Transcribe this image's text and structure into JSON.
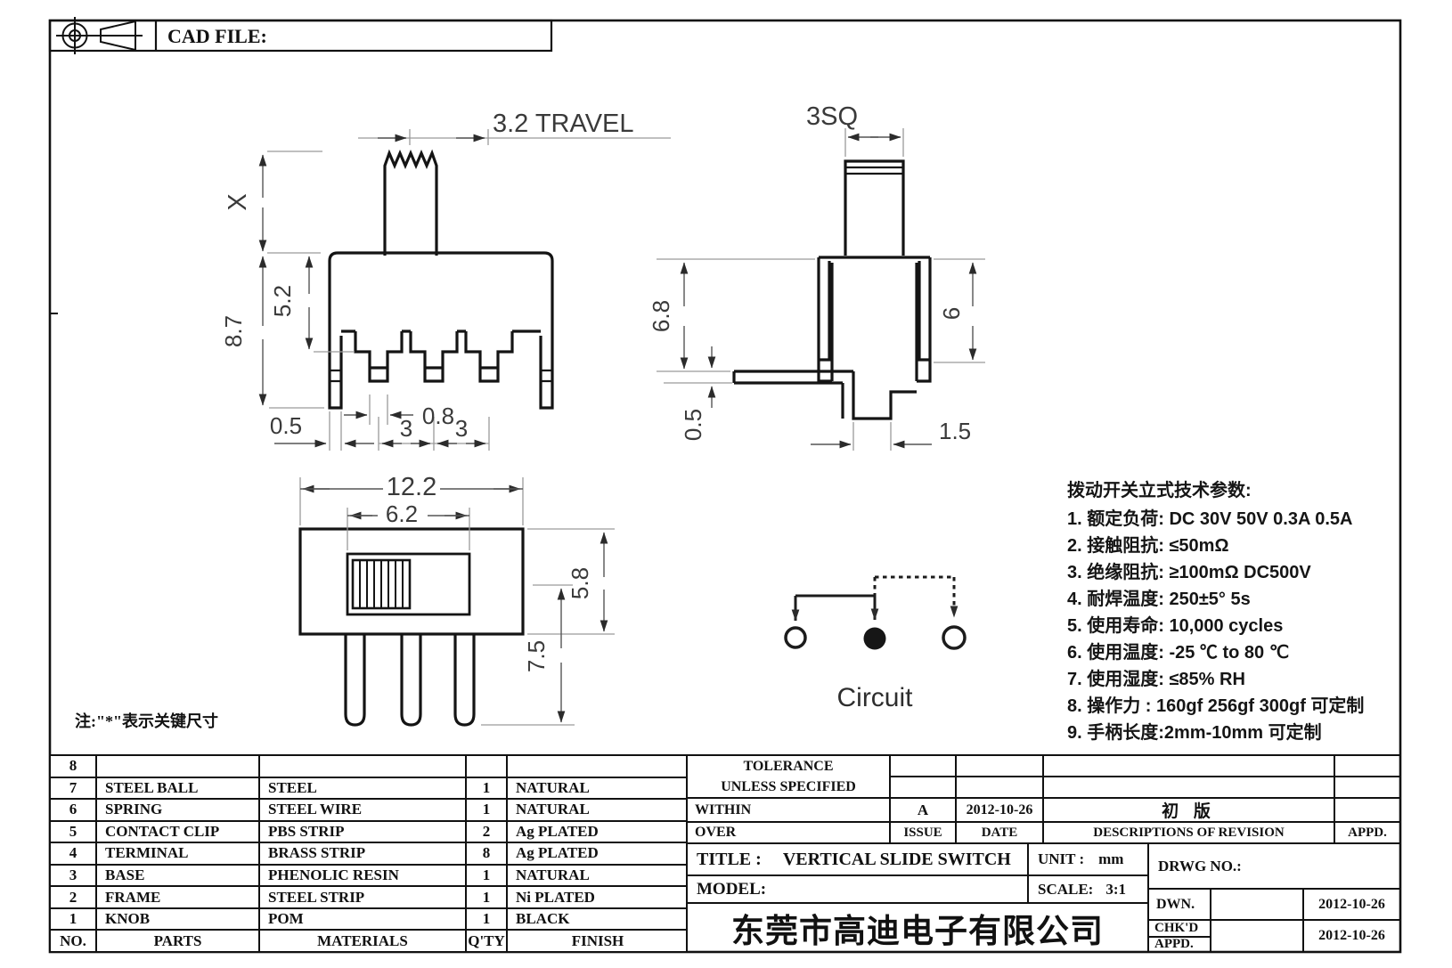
{
  "header": {
    "cad_file_label": "CAD FILE:"
  },
  "note": "注:\"*\"表示关键尺寸",
  "drawing": {
    "front": {
      "travel": "3.2 TRAVEL",
      "height_x": "X",
      "h87": "8.7",
      "h52": "5.2",
      "w05": "0.5",
      "w08": "0.8",
      "p3a": "3",
      "p3b": "3"
    },
    "bottom": {
      "w122": "12.2",
      "w62": "6.2",
      "h58": "5.8",
      "h75": "7.5"
    },
    "side": {
      "sq": "3SQ",
      "h68": "6.8",
      "h6": "6",
      "t05": "0.5",
      "w15": "1.5"
    },
    "circuit_label": "Circuit"
  },
  "specs": {
    "title": "拨动开关立式技术参数:",
    "lines": [
      "1.  额定负荷: DC 30V    50V    0.3A    0.5A",
      "2.  接触阻抗:  ≤50mΩ",
      "3.  绝缘阻抗:  ≥100mΩ   DC500V",
      "4.  耐焊温度: 250±5°  5s",
      "5.  使用寿命: 10,000 cycles",
      "6.  使用温度: -25 ℃  to 80  ℃",
      "7.  使用湿度:  ≤85% RH",
      "8.  操作力 : 160gf   256gf   300gf  可定制",
      "9.  手柄长度:2mm-10mm  可定制"
    ]
  },
  "parts_table": {
    "headers": {
      "no": "NO.",
      "parts": "PARTS",
      "materials": "MATERIALS",
      "qty": "Q'TY",
      "finish": "FINISH"
    },
    "rows": [
      {
        "no": "8",
        "parts": "",
        "materials": "",
        "qty": "",
        "finish": ""
      },
      {
        "no": "7",
        "parts": "STEEL BALL",
        "materials": "STEEL",
        "qty": "1",
        "finish": "NATURAL"
      },
      {
        "no": "6",
        "parts": "SPRING",
        "materials": "STEEL WIRE",
        "qty": "1",
        "finish": "NATURAL"
      },
      {
        "no": "5",
        "parts": "CONTACT CLIP",
        "materials": "PBS STRIP",
        "qty": "2",
        "finish": "Ag PLATED"
      },
      {
        "no": "4",
        "parts": "TERMINAL",
        "materials": "BRASS STRIP",
        "qty": "8",
        "finish": "Ag PLATED"
      },
      {
        "no": "3",
        "parts": "BASE",
        "materials": "PHENOLIC RESIN",
        "qty": "1",
        "finish": "NATURAL"
      },
      {
        "no": "2",
        "parts": "FRAME",
        "materials": "STEEL STRIP",
        "qty": "1",
        "finish": "Ni PLATED"
      },
      {
        "no": "1",
        "parts": "KNOB",
        "materials": "POM",
        "qty": "1",
        "finish": "BLACK"
      }
    ]
  },
  "title_block": {
    "tolerance_line1": "TOLERANCE",
    "tolerance_line2": "UNLESS  SPECIFIED",
    "within": "WITHIN",
    "over": "OVER",
    "issue_value": "A",
    "issue_label": "ISSUE",
    "date_value": "2012-10-26",
    "date_label": "DATE",
    "revision_value": "初  版",
    "revision_label": "DESCRIPTIONS  OF  REVISION",
    "appd_col_label": "APPD.",
    "title_label": "TITLE :",
    "title_value": "VERTICAL  SLIDE  SWITCH",
    "unit_label": "UNIT :",
    "unit_value": "mm",
    "drwg_label": "DRWG  NO.:",
    "model_label": "MODEL:",
    "scale_label": "SCALE:",
    "scale_value": "3:1",
    "dwn_label": "DWN.",
    "dwn_date": "2012-10-26",
    "chkd_label": "CHK'D",
    "appd_label": "APPD.",
    "chkd_date": "2012-10-26",
    "company": "东莞市高迪电子有限公司"
  }
}
